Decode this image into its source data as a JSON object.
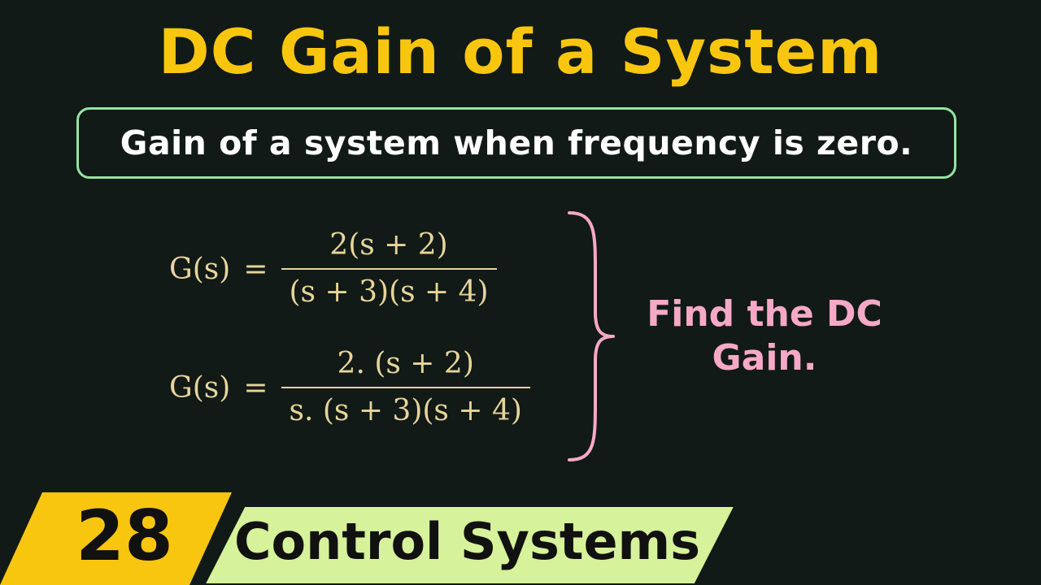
{
  "title": "DC Gain of a System",
  "definition": "Gain of a system when frequency is zero.",
  "equations": [
    {
      "lhs": "G(s)",
      "equals": "=",
      "numerator": "2(s + 2)",
      "denominator": "(s + 3)(s + 4)"
    },
    {
      "lhs": "G(s)",
      "equals": "=",
      "numerator": "2. (s + 2)",
      "denominator": "s. (s + 3)(s + 4)"
    }
  ],
  "prompt": {
    "line1": "Find the DC",
    "line2": "Gain."
  },
  "banner": {
    "episode_number": "28",
    "series_name": "Control Systems"
  },
  "colors": {
    "background": "#111a17",
    "title": "#f9c60f",
    "definition_border": "#95e3a3",
    "definition_text": "#ffffff",
    "equation_text": "#e8d49a",
    "brace_and_prompt": "#f6a9c6",
    "banner_yellow": "#f9c60f",
    "banner_green": "#d6f29a"
  }
}
